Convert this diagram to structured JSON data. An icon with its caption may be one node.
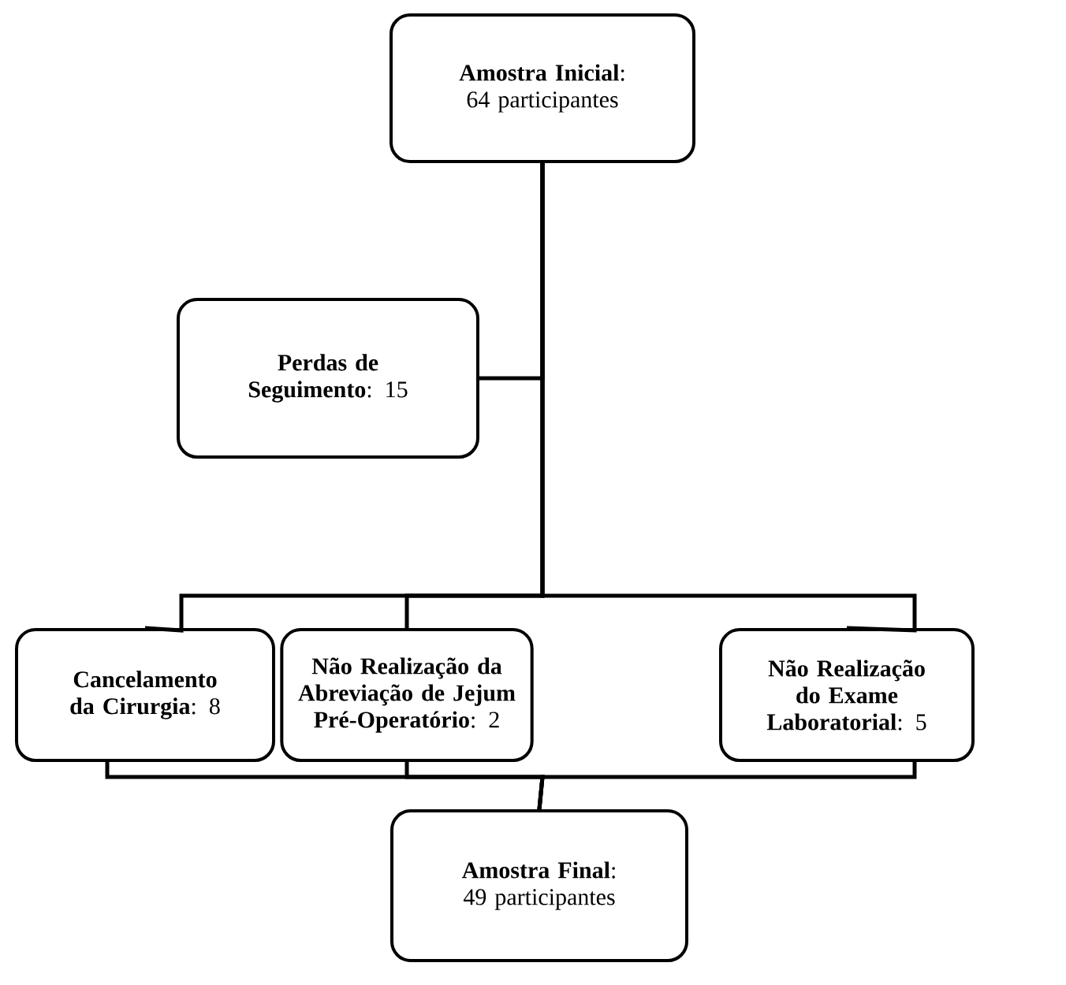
{
  "diagram": {
    "nodes": [
      {
        "text": [
          "**Amostra Inicial**: 64 participantes"
        ]
      },
      {
        "text": [
          "**Perdas de Seguimento**: 15"
        ]
      },
      {
        "text": [
          "**Cancelamento da Cirurgia**: 8"
        ]
      },
      {
        "text": [
          "**Não Realização da Abreviação de Jejum Pré-Operatório**: 2"
        ]
      },
      {
        "text": [
          "**Não Realização do Exame Laboratorial**: 5"
        ]
      },
      {
        "text": [
          "**Amostra Final**: 49 participantes"
        ]
      }
    ],
    "edges": [
      {
        "from": 0,
        "to": 1,
        "arrow": "none"
      },
      {
        "from": 0,
        "to": 2,
        "arrow": "none"
      },
      {
        "from": 0,
        "to": 3,
        "arrow": "none"
      },
      {
        "from": 0,
        "to": 4,
        "arrow": "none"
      },
      {
        "from": 2,
        "to": 5,
        "arrow": "none"
      },
      {
        "from": 3,
        "to": 5,
        "arrow": "none"
      },
      {
        "from": 4,
        "to": 5,
        "arrow": "none"
      }
    ]
  }
}
